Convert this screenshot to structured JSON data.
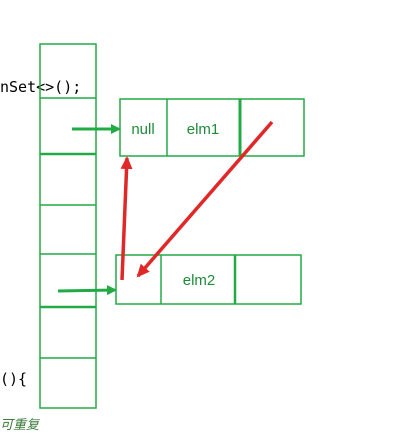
{
  "code_lines": {
    "line1": "nSet<>();",
    "line2": "(){"
  },
  "footer_text": "可重复",
  "node1": {
    "cells": [
      "null",
      "elm1",
      ""
    ]
  },
  "node2": {
    "cells": [
      "",
      "elm2",
      ""
    ]
  },
  "colors": {
    "green": "#22aa44",
    "red": "#e02828",
    "text_green": "#1e8c38"
  }
}
